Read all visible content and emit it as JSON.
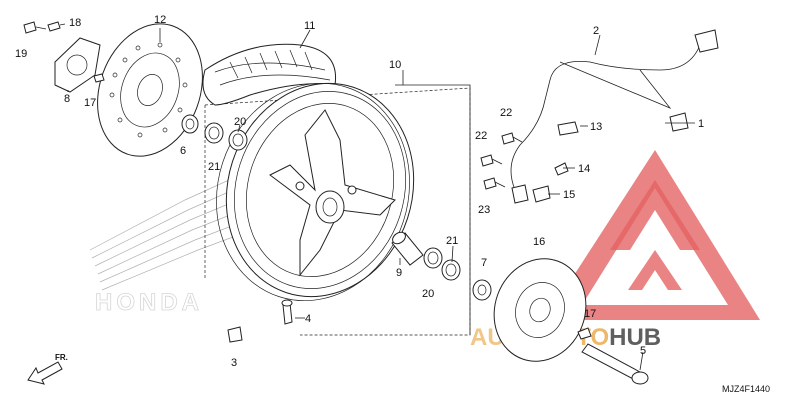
{
  "diagram": {
    "code": "MJZ4F1440",
    "direction_label": "FR.",
    "brand_label": "HONDA",
    "callouts": [
      {
        "id": "c1",
        "text": "1"
      },
      {
        "id": "c2",
        "text": "2"
      },
      {
        "id": "c3",
        "text": "3"
      },
      {
        "id": "c4",
        "text": "4"
      },
      {
        "id": "c5",
        "text": "5"
      },
      {
        "id": "c6",
        "text": "6"
      },
      {
        "id": "c7",
        "text": "7"
      },
      {
        "id": "c8",
        "text": "8"
      },
      {
        "id": "c9",
        "text": "9"
      },
      {
        "id": "c10",
        "text": "10"
      },
      {
        "id": "c11",
        "text": "11"
      },
      {
        "id": "c12",
        "text": "12"
      },
      {
        "id": "c13",
        "text": "13"
      },
      {
        "id": "c14",
        "text": "14"
      },
      {
        "id": "c15",
        "text": "15"
      },
      {
        "id": "c16",
        "text": "16"
      },
      {
        "id": "c17a",
        "text": "17"
      },
      {
        "id": "c17b",
        "text": "17"
      },
      {
        "id": "c18",
        "text": "18"
      },
      {
        "id": "c19",
        "text": "19"
      },
      {
        "id": "c20a",
        "text": "20"
      },
      {
        "id": "c20b",
        "text": "20"
      },
      {
        "id": "c21a",
        "text": "21"
      },
      {
        "id": "c21b",
        "text": "21"
      },
      {
        "id": "c22a",
        "text": "22"
      },
      {
        "id": "c22b",
        "text": "22"
      },
      {
        "id": "c23",
        "text": "23"
      }
    ]
  },
  "watermark": {
    "text_left": "AUTO",
    "text_mid": "MOTO",
    "text_right": "HUB",
    "color_red": "#e04848",
    "color_gold": "#e8a23a",
    "color_dark": "#444444"
  }
}
